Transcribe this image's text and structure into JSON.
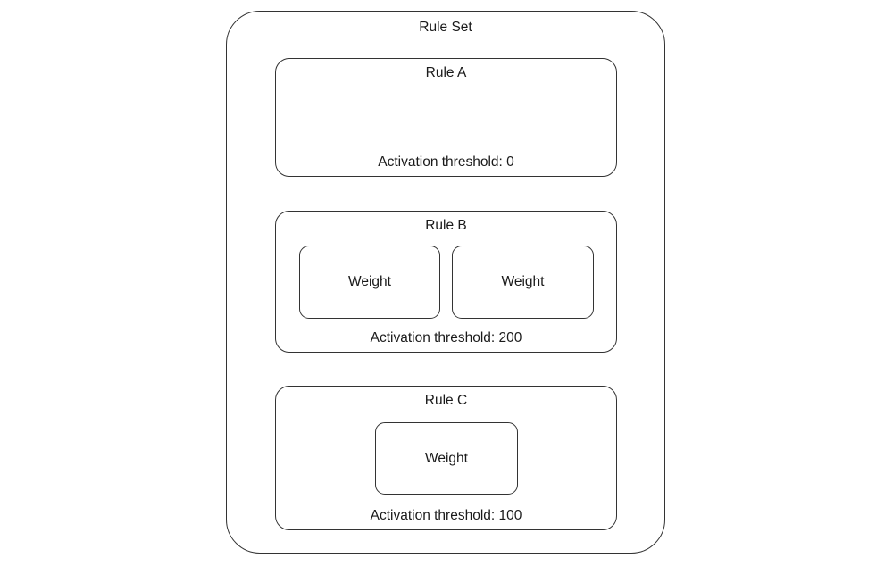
{
  "diagram": {
    "container": {
      "title": "Rule Set"
    },
    "rules": [
      {
        "title": "Rule A",
        "threshold_label": "Activation threshold: 0",
        "threshold_value": 0,
        "weights": []
      },
      {
        "title": "Rule B",
        "threshold_label": "Activation threshold: 200",
        "threshold_value": 200,
        "weights": [
          {
            "label": "Weight"
          },
          {
            "label": "Weight"
          }
        ]
      },
      {
        "title": "Rule C",
        "threshold_label": "Activation threshold: 100",
        "threshold_value": 100,
        "weights": [
          {
            "label": "Weight"
          }
        ]
      }
    ]
  },
  "colors": {
    "background": "#ffffff",
    "stroke": "#333333",
    "text": "#1a1a1a"
  }
}
